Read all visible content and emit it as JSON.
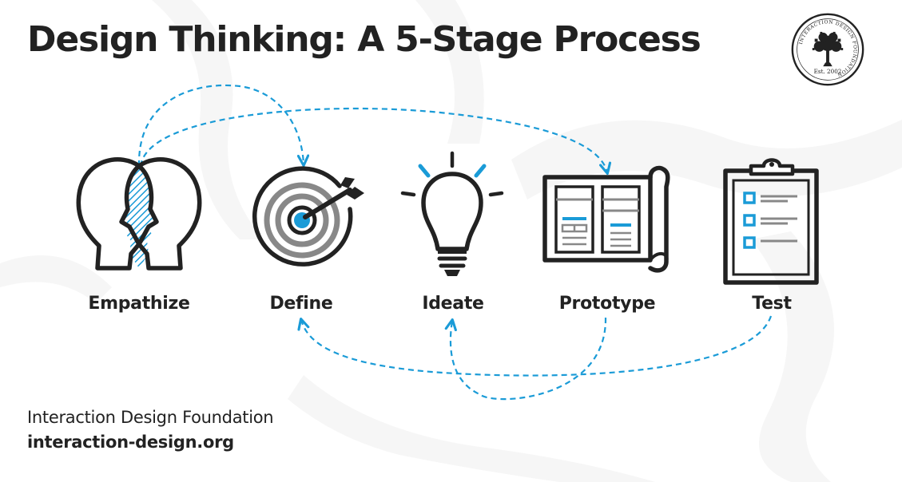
{
  "title": "Design Thinking: A 5-Stage Process",
  "logo": {
    "ring_text": "INTERACTION DESIGN FOUNDATION",
    "est": "Est. 2002"
  },
  "stages": [
    {
      "label": "Empathize",
      "icon": "two-heads-icon"
    },
    {
      "label": "Define",
      "icon": "target-arrow-icon"
    },
    {
      "label": "Ideate",
      "icon": "lightbulb-icon"
    },
    {
      "label": "Prototype",
      "icon": "blueprint-icon"
    },
    {
      "label": "Test",
      "icon": "clipboard-checklist-icon"
    }
  ],
  "connections": [
    {
      "from": "Empathize",
      "to": "Define"
    },
    {
      "from": "Empathize",
      "to": "Prototype"
    },
    {
      "from": "Test",
      "to": "Define"
    },
    {
      "from": "Prototype",
      "to": "Ideate"
    }
  ],
  "footer": {
    "org": "Interaction Design Foundation",
    "url": "interaction-design.org"
  },
  "colors": {
    "accent": "#1a9bd7",
    "ink": "#222222",
    "grey": "#888888",
    "background": "#ffffff"
  }
}
